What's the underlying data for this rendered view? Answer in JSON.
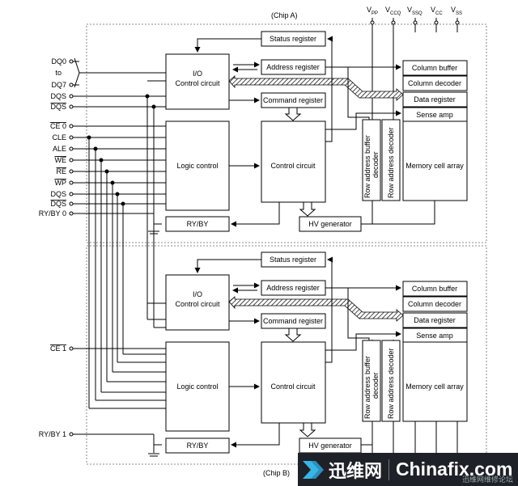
{
  "chip_a_label": "(Chip A)",
  "chip_b_label": "(Chip B)",
  "power_pins": [
    {
      "base": "V",
      "sub": "PP"
    },
    {
      "base": "V",
      "sub": "CCQ"
    },
    {
      "base": "V",
      "sub": "SSQ"
    },
    {
      "base": "V",
      "sub": "CC"
    },
    {
      "base": "V",
      "sub": "SS"
    }
  ],
  "left_signals_a": [
    "DQ0",
    "to",
    "DQ7",
    "DQS",
    "DQS",
    "CE 0",
    "CLE",
    "ALE",
    "WE",
    "RE",
    "WP",
    "DQS",
    "DQS",
    "RY/BY 0"
  ],
  "left_signals_b": [
    "CE 1",
    "RY/BY 1"
  ],
  "blocks": {
    "status_register": "Status register",
    "address_register": "Address register",
    "command_register": "Command register",
    "io_control_line1": "I/O",
    "io_control_line2": "Control circuit",
    "logic_control": "Logic control",
    "control_circuit": "Control circuit",
    "hv_generator": "HV generator",
    "ry_by": "RY/BY",
    "column_buffer": "Column buffer",
    "column_decoder": "Column decoder",
    "data_register": "Data register",
    "sense_amp": "Sense amp",
    "row_address_buffer_line1": "Row address buffer",
    "row_address_buffer_line2": "decoder",
    "row_address_decoder": "Row address decoder",
    "memory_cell_array": "Memory cell array"
  },
  "watermark": {
    "cn": "迅维网",
    "en": "Chinafix.com",
    "sub": "迅维网维修论坛"
  }
}
